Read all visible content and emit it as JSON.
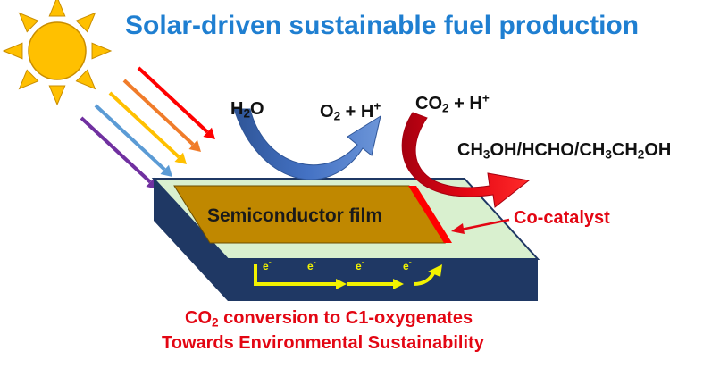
{
  "title": "Solar-driven sustainable fuel production",
  "chemistry": {
    "water": {
      "base": "H",
      "sub": "2",
      "rest": "O"
    },
    "oxidation_product": {
      "o": "O",
      "o_sub": "2",
      "plus": " + H",
      "sup": "+"
    },
    "co2_input": {
      "base": "CO",
      "sub": "2",
      "plus": " + H",
      "sup": "+"
    },
    "products": [
      {
        "text": "CH",
        "sub": "3"
      },
      {
        "text": "OH/HCHO/CH",
        "sub": "3"
      },
      {
        "text": "CH",
        "sub": "2"
      },
      {
        "text": "OH",
        "sub": ""
      }
    ]
  },
  "film_label": "Semiconductor film",
  "cocatalyst_label": "Co-catalyst",
  "electron_label": {
    "base": "e",
    "sup": "-"
  },
  "footer": {
    "line1": {
      "base": "CO",
      "sub": "2",
      "rest": " conversion to C1-oxygenates"
    },
    "line2": "Towards Environmental Sustainability"
  },
  "colors": {
    "title": "#1f7fd1",
    "red_text": "#e30613",
    "sun": "#ffc000",
    "film": "#c08800",
    "substrate_top": "#d9f0cf",
    "substrate_side": "#1f3864",
    "blue_arrow": "#4472c4",
    "red_arrow": "#e30613",
    "electron_arrow": "#f2f200",
    "light_rays": [
      "#ff0000",
      "#f07c2a",
      "#ffc000",
      "#5b9bd5",
      "#7030a0"
    ]
  },
  "icons": [
    "sun-icon",
    "light-rays",
    "blue-curved-arrow",
    "red-curved-arrow",
    "electron-flow-arrows",
    "pointer-arrow"
  ]
}
